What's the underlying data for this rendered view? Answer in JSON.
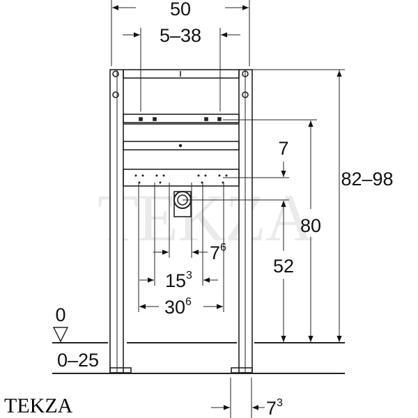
{
  "dimensions": {
    "width_total": "50",
    "spacing": "5–38",
    "offset_small": "7",
    "height_range": "82–98",
    "height_frame": "80",
    "drain_height": "52",
    "d1": {
      "base": "7",
      "sup": "6"
    },
    "d2": {
      "base": "15",
      "sup": "3"
    },
    "d3": {
      "base": "30",
      "sup": "6"
    },
    "d4": {
      "base": "7",
      "sup": "3"
    },
    "floor_level": "0",
    "floor_range": "0–25"
  },
  "watermark": "TEKZA",
  "logo": "TEKZA"
}
